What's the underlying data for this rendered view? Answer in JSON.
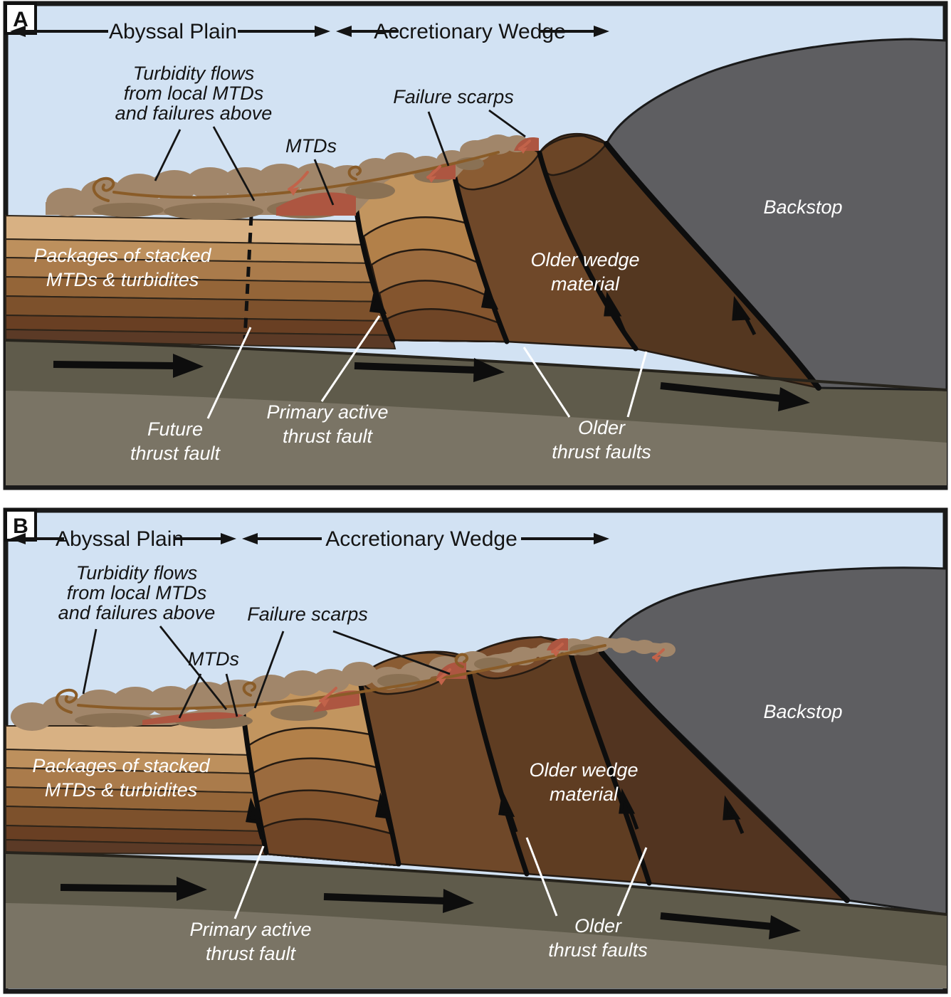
{
  "figure_title": "Accretionary wedge evolution diagram",
  "colors": {
    "sky": "#d2e2f3",
    "outline": "#1a1a1a",
    "cloud_main": "#a1866a",
    "cloud_shadow": "#8a7154",
    "swirl_brown": "#8a5c28",
    "mtd_red": "#ad5641",
    "red_arrow": "#c2634a",
    "strata_bands": [
      "#d8b183",
      "#bd905d",
      "#aa7b4b",
      "#946538",
      "#7d512c",
      "#693f23",
      "#5b3a26"
    ],
    "slice_banded": [
      "#c2955f",
      "#b28049",
      "#9b6b3e",
      "#84552e",
      "#6f4526"
    ],
    "wedge_mid_brown": "#6f4829",
    "wedge_dark_brown": "#543720",
    "backstop_gray": "#5e5e61",
    "plate_upper": "#5f5b4b",
    "plate_lower": "#7a7465"
  },
  "panel_a": {
    "panel_letter": "A",
    "region_labels": {
      "left": "Abyssal Plain",
      "right": "Accretionary Wedge"
    },
    "annotations": {
      "turbidity": [
        "Turbidity flows",
        "from local MTDs",
        "and failures above"
      ],
      "mtds": "MTDs",
      "failure_scarps": "Failure scarps",
      "backstop": "Backstop",
      "packages": [
        "Packages of stacked",
        "MTDs & turbidites"
      ],
      "older_wedge": [
        "Older wedge",
        "material"
      ],
      "future_fault": [
        "Future",
        "thrust fault"
      ],
      "primary_fault": [
        "Primary active",
        "thrust fault"
      ],
      "older_faults": [
        "Older",
        "thrust faults"
      ]
    }
  },
  "panel_b": {
    "panel_letter": "B",
    "region_labels": {
      "left": "Abyssal Plain",
      "right": "Accretionary Wedge"
    },
    "annotations": {
      "turbidity": [
        "Turbidity flows",
        "from local MTDs",
        "and failures above"
      ],
      "mtds": "MTDs",
      "failure_scarps": "Failure scarps",
      "backstop": "Backstop",
      "packages": [
        "Packages of stacked",
        "MTDs & turbidites"
      ],
      "older_wedge": [
        "Older wedge",
        "material"
      ],
      "primary_fault": [
        "Primary active",
        "thrust fault"
      ],
      "older_faults": [
        "Older",
        "thrust faults"
      ]
    }
  }
}
